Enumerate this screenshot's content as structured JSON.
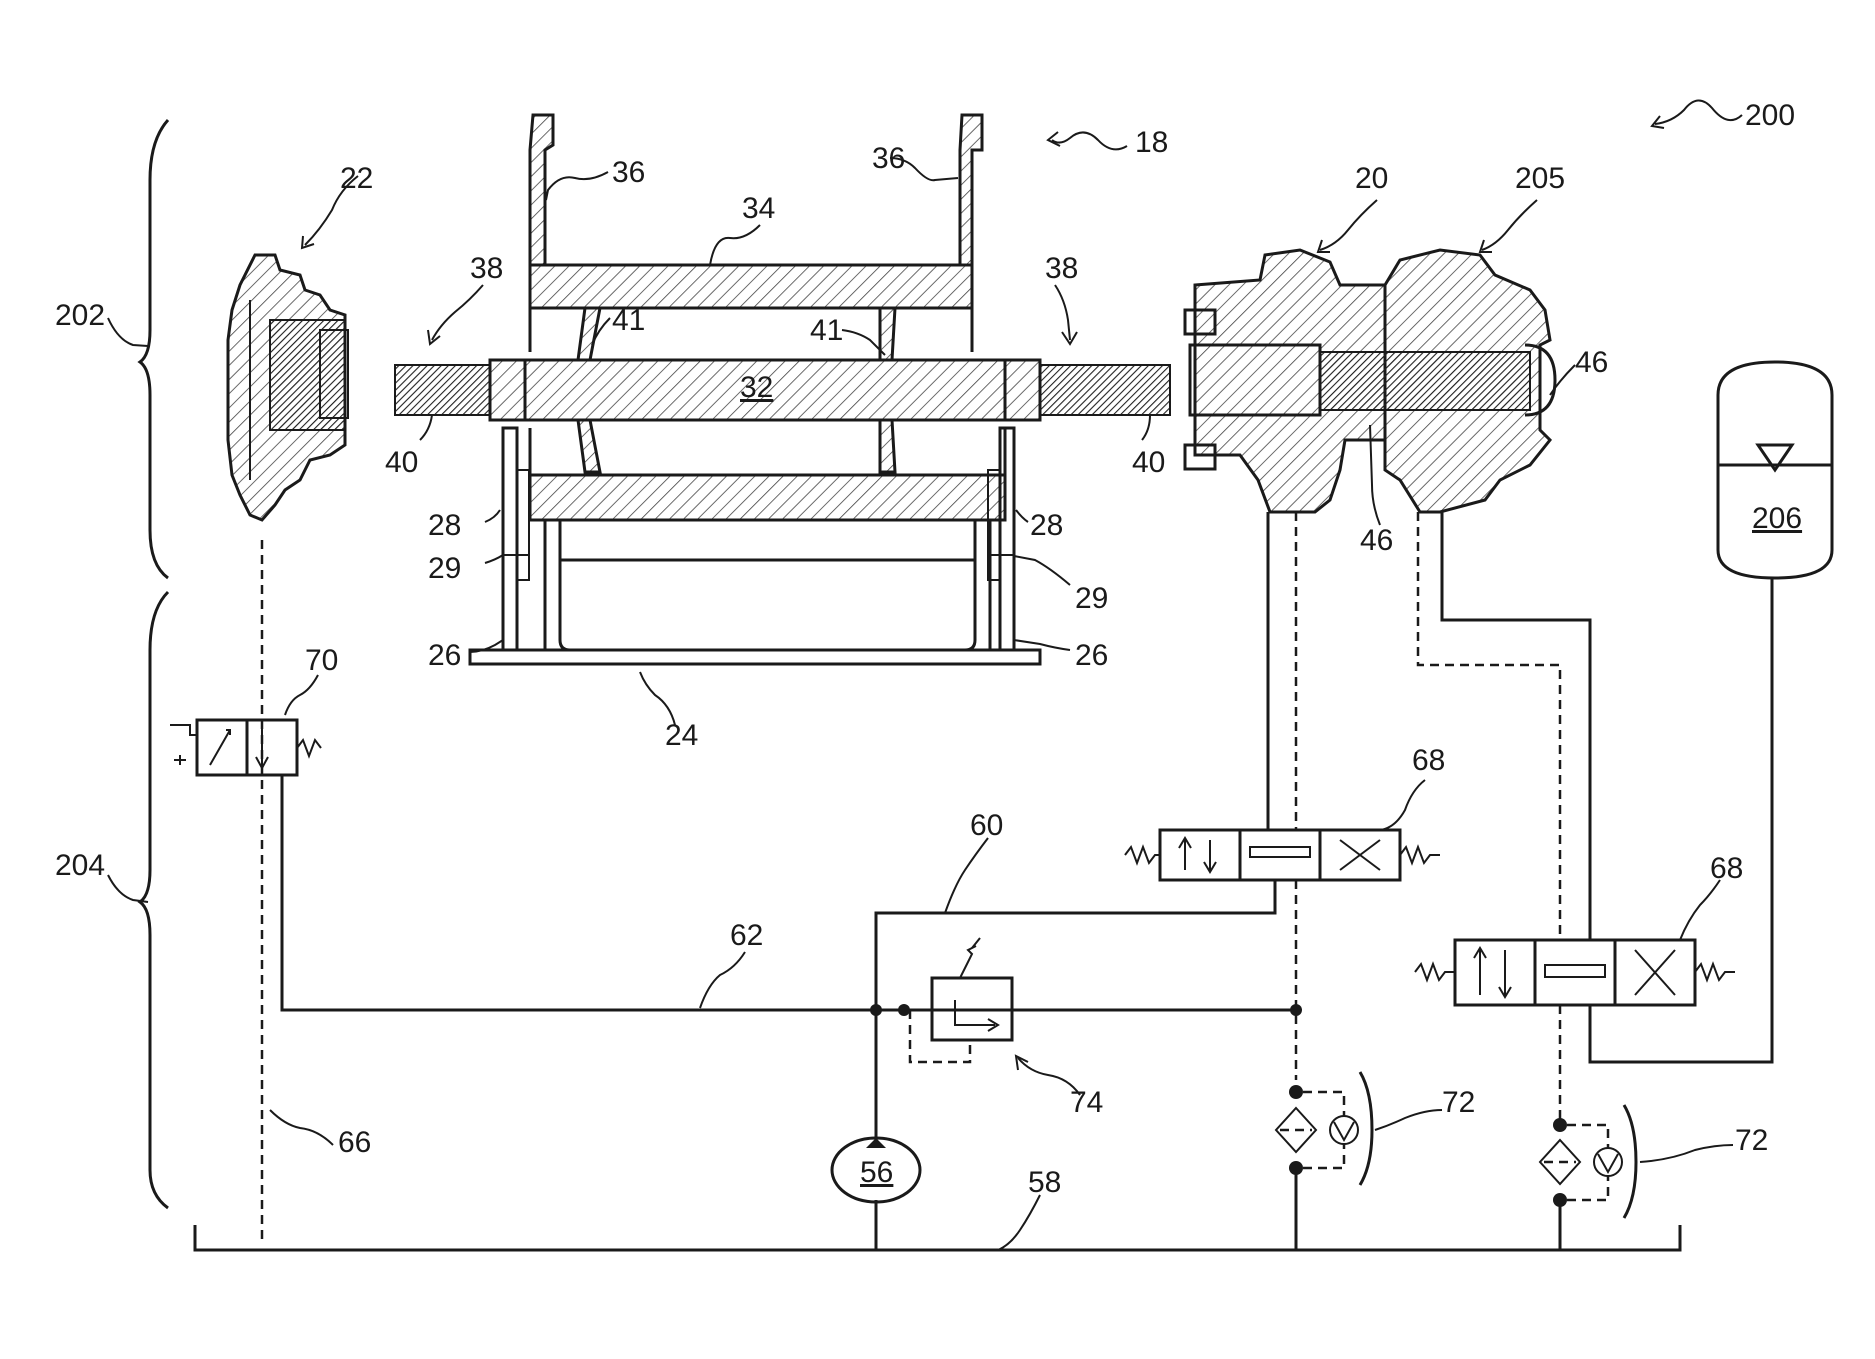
{
  "labels": {
    "l200": "200",
    "l18": "18",
    "l22": "22",
    "l202": "202",
    "l204": "204",
    "l20": "20",
    "l205": "205",
    "l206": "206",
    "l36a": "36",
    "l36b": "36",
    "l34": "34",
    "l38a": "38",
    "l38b": "38",
    "l41a": "41",
    "l41b": "41",
    "l32": "32",
    "l40a": "40",
    "l40b": "40",
    "l46a": "46",
    "l46b": "46",
    "l28a": "28",
    "l28b": "28",
    "l29a": "29",
    "l29b": "29",
    "l26a": "26",
    "l26b": "26",
    "l24": "24",
    "l70": "70",
    "l68a": "68",
    "l68b": "68",
    "l60": "60",
    "l62": "62",
    "l74": "74",
    "l72a": "72",
    "l72b": "72",
    "l66": "66",
    "l56": "56",
    "l58": "58"
  }
}
